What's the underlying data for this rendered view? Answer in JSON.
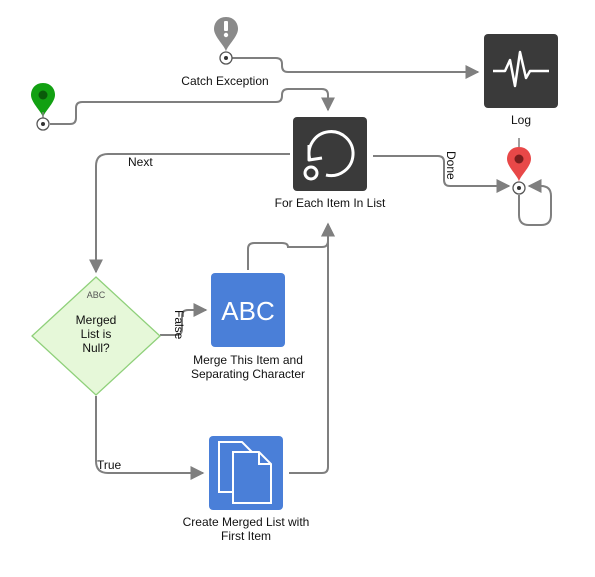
{
  "nodes": {
    "catch_exception": {
      "label": "Catch Exception"
    },
    "log": {
      "label": "Log"
    },
    "for_each": {
      "label": "For Each Item In List"
    },
    "decision": {
      "badge": "ABC",
      "label_lines": [
        "Merged",
        "List is",
        "Null?"
      ]
    },
    "merge_item": {
      "icon_text": "ABC",
      "label_lines": [
        "Merge This Item and",
        "Separating Character"
      ]
    },
    "create_list": {
      "label_lines": [
        "Create Merged List with",
        "First Item"
      ]
    }
  },
  "edges": {
    "next": "Next",
    "done": "Done",
    "false": "False",
    "true": "True"
  },
  "colors": {
    "edge": "#7f7f7f",
    "dark_node": "#3a3a3a",
    "blue_node": "#4a7fd8",
    "decision_fill": "#e6f8d9",
    "decision_stroke": "#8fd07a",
    "start_pin": "#12a012",
    "end_pin": "#e84848",
    "error_pin": "#8a8a8a"
  }
}
